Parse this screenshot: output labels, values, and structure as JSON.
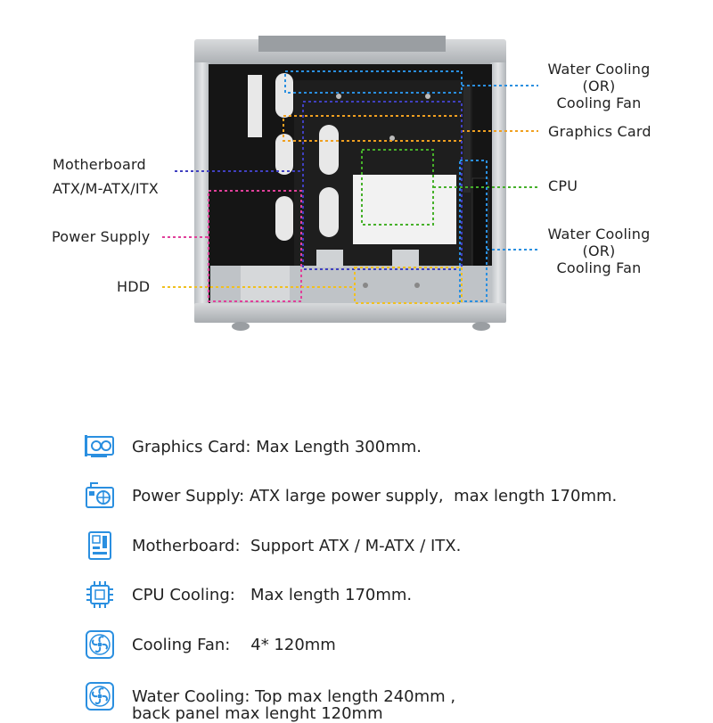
{
  "diagram": {
    "labels": {
      "water_cooling_top": [
        "Water Cooling",
        "(OR)",
        "Cooling Fan"
      ],
      "graphics_card": "Graphics Card",
      "cpu": "CPU",
      "water_cooling_rear": [
        "Water Cooling",
        "(OR)",
        "Cooling Fan"
      ],
      "motherboard": [
        "Motherboard",
        "ATX/M-ATX/ITX"
      ],
      "power_supply": "Power Supply",
      "hdd": "HDD"
    },
    "colors": {
      "water_cooling": "#2a8fe0",
      "graphics_card": "#f0a020",
      "cpu": "#46b02a",
      "motherboard": "#4040c0",
      "power_supply": "#e0409a",
      "hdd": "#f0c020"
    }
  },
  "specs": [
    {
      "icon": "graphics-card-icon",
      "text": "Graphics Card: Max Length 300mm."
    },
    {
      "icon": "power-supply-icon",
      "text": "Power Supply: ATX large power supply,  max length 170mm."
    },
    {
      "icon": "motherboard-icon",
      "text": "Motherboard:  Support ATX / M-ATX / ITX."
    },
    {
      "icon": "cpu-icon",
      "text": "CPU Cooling:   Max length 170mm."
    },
    {
      "icon": "cooling-fan-icon",
      "text": "Cooling Fan:    4* 120mm"
    },
    {
      "icon": "water-cooling-fan-icon",
      "text": "Water Cooling: Top max length 240mm ,",
      "text2": "back panel max lenght 120mm"
    }
  ],
  "icon_color": "#2a8fe0"
}
